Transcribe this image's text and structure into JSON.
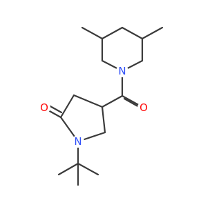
{
  "molecule": {
    "atoms": [
      {
        "symbol": "N",
        "color": "#3050F8"
      },
      {
        "symbol": "O",
        "color": "#FF0D0D"
      },
      {
        "symbol": "N",
        "color": "#3050F8"
      },
      {
        "symbol": "O",
        "color": "#FF0D0D"
      }
    ]
  }
}
